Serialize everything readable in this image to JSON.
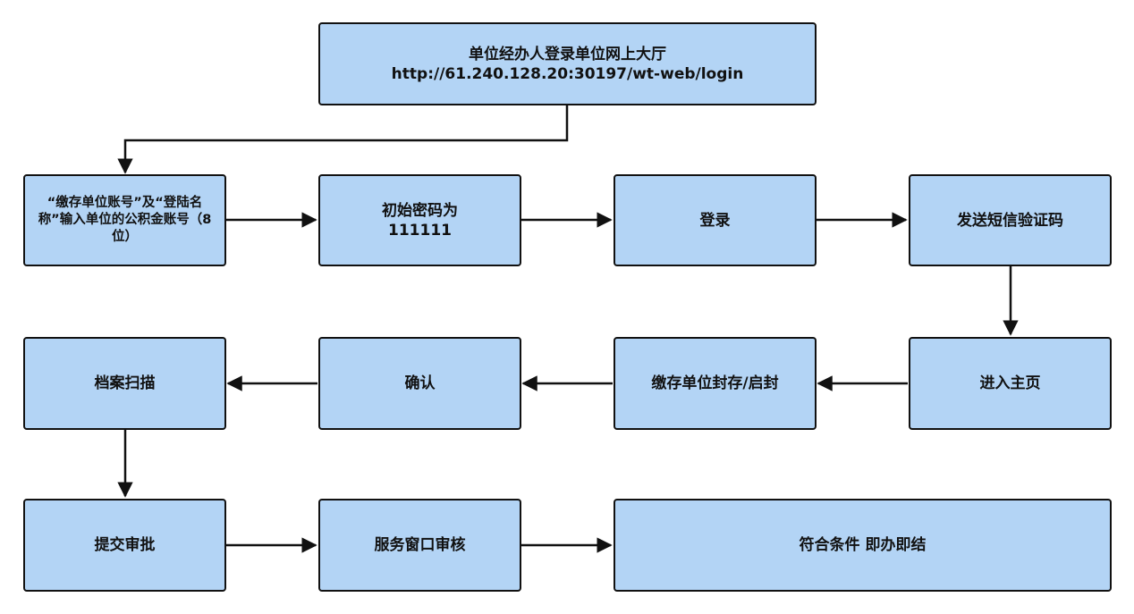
{
  "nodes": {
    "login": {
      "line1": "单位经办人登录单位网上大厅",
      "line2": "http://61.240.128.20:30197/wt-web/login"
    },
    "account": "“缴存单位账号”及“登陆名称”输入单位的公积金账号（8位）",
    "password": "初始密码为\n111111",
    "signin": "登录",
    "sms": "发送短信验证码",
    "home": "进入主页",
    "seal": "缴存单位封存/启封",
    "confirm": "确认",
    "scan": "档案扫描",
    "submit": "提交审批",
    "review": "服务窗口审核",
    "done": "符合条件 即办即结"
  },
  "colors": {
    "box_fill": "#b3d4f5",
    "border": "#111111"
  }
}
